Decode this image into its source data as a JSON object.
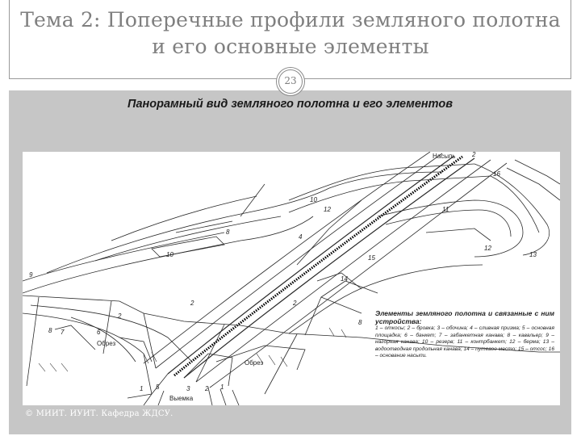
{
  "slide": {
    "title_line1": "Тема 2: Поперечные профили земляного полотна",
    "title_line2": "и его основные элементы",
    "number": "23"
  },
  "figure": {
    "title": "Панорамный вид земляного полотна и его элементов",
    "labels": {
      "nasyp": "Насыпь",
      "obrez": "Обрез",
      "vyemka": "Выемка",
      "n1": "1",
      "n2": "2",
      "n3": "3",
      "n4": "4",
      "n5": "5",
      "n6": "6",
      "n7": "7",
      "n8": "8",
      "n9": "9",
      "n10": "10",
      "n11": "11",
      "n12": "12",
      "n13": "13",
      "n14": "14",
      "n15": "15",
      "n16": "16"
    },
    "legend_title": "Элементы земляного полотна и связанные с ним устройства:",
    "legend_text": "1 – откосы; 2 – бровка; 3 – обочина; 4 – сливная призма; 5 – основная площадка; 6 – банкет; 7 – забанкетная канава; 8 – кавальер; 9 – нагорная канава; 10 – резерв; 11 – контрбанкет; 12 – берма; 13 – водоотводная продольная канава; 14 – путевое место; 15 – отсос; 16 – основание насыпи."
  },
  "footer": {
    "text": "© МИИТ. ИУИТ. Кафедра ЖДСУ."
  }
}
